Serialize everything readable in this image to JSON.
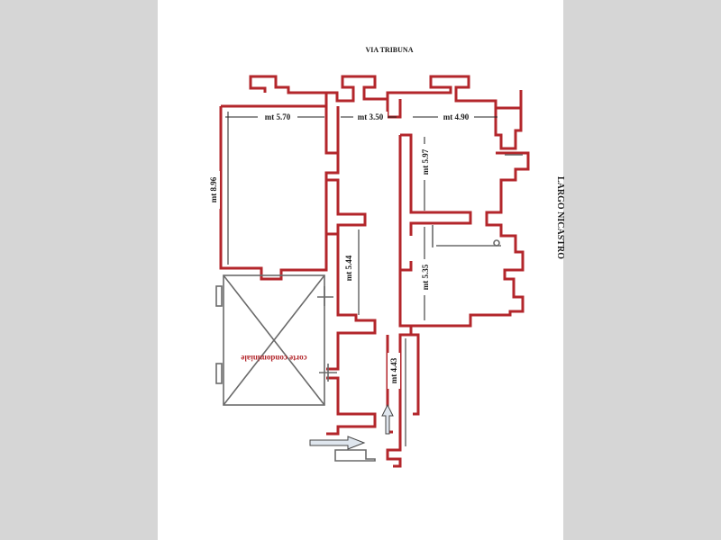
{
  "streets": {
    "top": "VIA TRIBUNA",
    "right": "LARGO NICASTRO"
  },
  "dimensions": {
    "d1": "mt 5.70",
    "d2": "mt 3.50",
    "d3": "mt 4.90",
    "d4": "mt 8.96",
    "d5": "mt 5.97",
    "d6": "mt 5.44",
    "d7": "mt 5.35",
    "d8": "mt 4.43"
  },
  "courtyard": "corte condominiale",
  "colors": {
    "walls": "#b3262b",
    "background": "#ffffff",
    "margin": "#d6d6d6"
  }
}
